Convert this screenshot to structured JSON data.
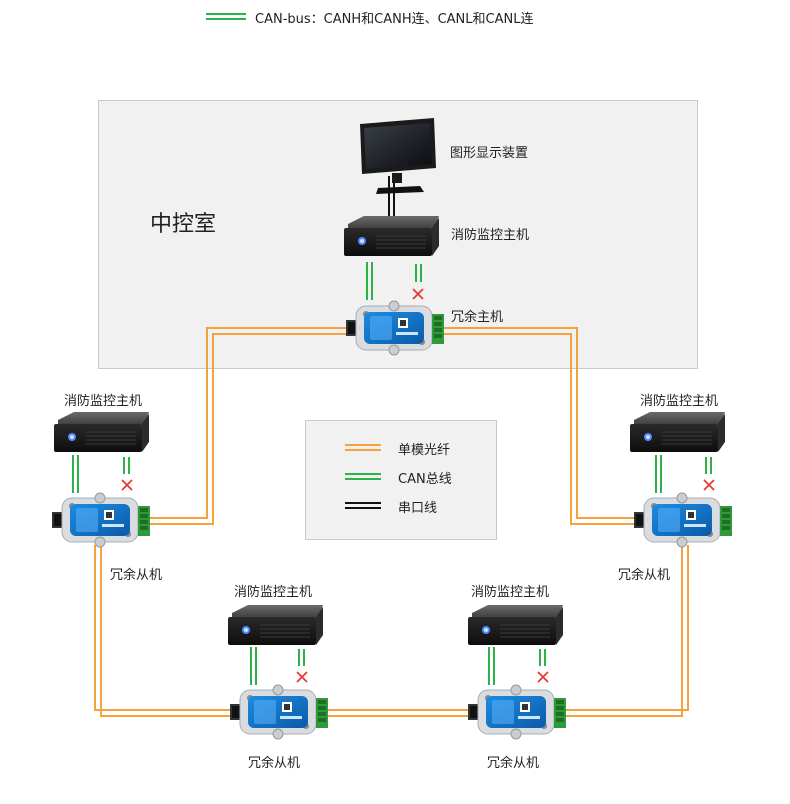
{
  "top_legend": {
    "text": "CAN-bus：CANH和CANH连、CANL和CANL连",
    "color": "#2db24a"
  },
  "room": {
    "label": "中控室"
  },
  "center": {
    "display_label": "图形显示装置",
    "host_label": "消防监控主机",
    "redundant_master_label": "冗余主机"
  },
  "stations": {
    "left": {
      "host_label": "消防监控主机",
      "slave_label": "冗余从机"
    },
    "right": {
      "host_label": "消防监控主机",
      "slave_label": "冗余从机"
    },
    "bottom_left": {
      "host_label": "消防监控主机",
      "slave_label": "冗余从机"
    },
    "bottom_right": {
      "host_label": "消防监控主机",
      "slave_label": "冗余从机"
    }
  },
  "legend": {
    "items": [
      {
        "label": "单模光纤",
        "color": "#f5a23c"
      },
      {
        "label": "CAN总线",
        "color": "#2db24a"
      },
      {
        "label": "串口线",
        "color": "#111111"
      }
    ]
  },
  "icons": {
    "host": "desktop-host-icon",
    "monitor": "monitor-icon",
    "converter": "redundant-converter-icon",
    "cross": "cross-mark-icon"
  }
}
